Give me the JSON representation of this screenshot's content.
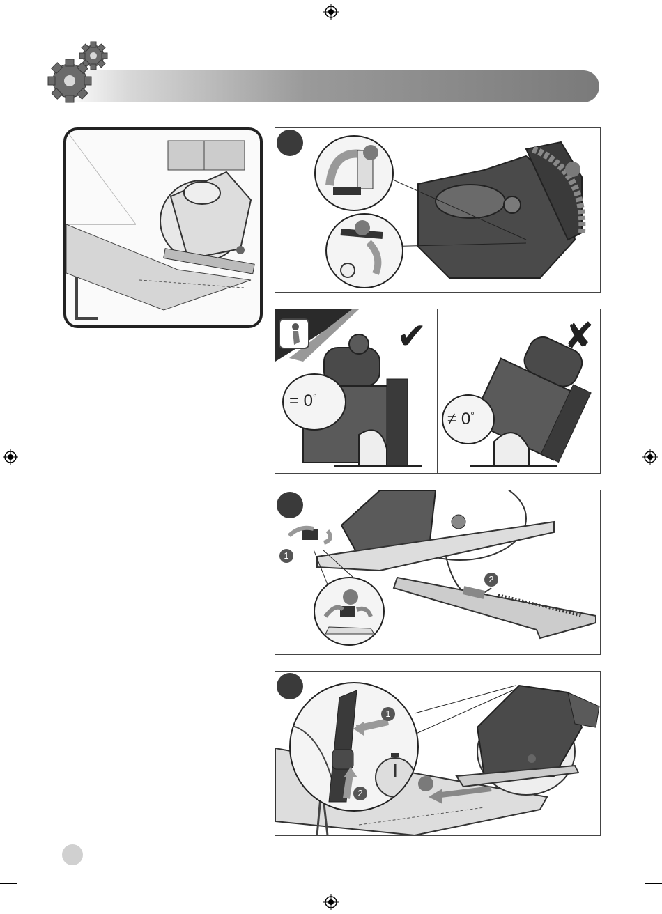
{
  "panel_b": {
    "left_label": "= 0",
    "right_label": "≠ 0",
    "left_mark": "✔",
    "right_mark": "✘",
    "degree": "°"
  },
  "panel_c": {
    "step1": "1",
    "step2": "2"
  },
  "panel_d": {
    "step1": "1",
    "step2": "2"
  },
  "icons": {
    "banner": "gears-icon",
    "registration": "registration-mark-icon"
  }
}
